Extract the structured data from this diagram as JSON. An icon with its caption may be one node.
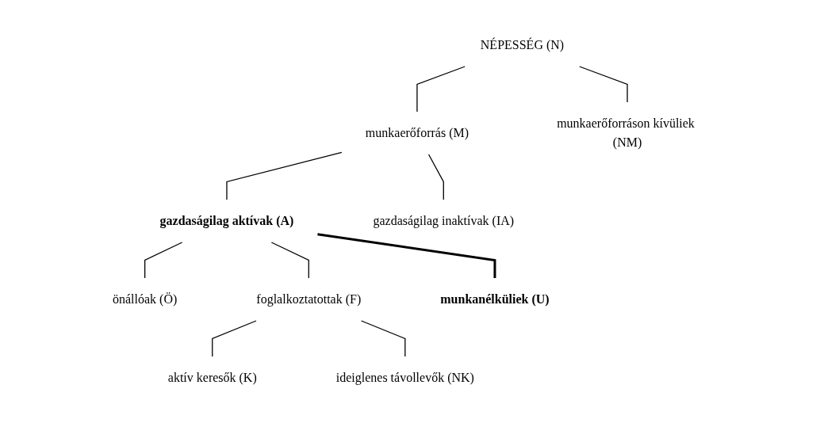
{
  "diagram": {
    "nodes": [
      {
        "text": [
          "NÉPESSÉG (N)"
        ]
      },
      {
        "text": [
          "munkaerőforrás (M)"
        ]
      },
      {
        "text": [
          "munkaerőforráson kívüliek (NM)"
        ]
      },
      {
        "text": [
          "gazdaságilag aktívak (A)"
        ]
      },
      {
        "text": [
          "gazdaságilag inaktívak (IA)"
        ]
      },
      {
        "text": [
          "önállóak (Ö)"
        ]
      },
      {
        "text": [
          "foglalkoztatottak (F)"
        ]
      },
      {
        "text": [
          "munkanélküliek (U)"
        ]
      },
      {
        "text": [
          "aktív keresők (K)"
        ]
      },
      {
        "text": [
          "ideiglenes távollevők (NK)"
        ]
      }
    ],
    "edges": [
      {
        "from": 0,
        "to": 1,
        "arrow": "none"
      },
      {
        "from": 0,
        "to": 2,
        "arrow": "none"
      },
      {
        "from": 1,
        "to": 3,
        "arrow": "none"
      },
      {
        "from": 1,
        "to": 4,
        "arrow": "none"
      },
      {
        "from": 3,
        "to": 5,
        "arrow": "none"
      },
      {
        "from": 3,
        "to": 6,
        "arrow": "none"
      },
      {
        "from": 3,
        "to": 7,
        "arrow": "none",
        "style": "thick"
      },
      {
        "from": 6,
        "to": 8,
        "arrow": "none"
      },
      {
        "from": 6,
        "to": 9,
        "arrow": "none"
      }
    ]
  }
}
